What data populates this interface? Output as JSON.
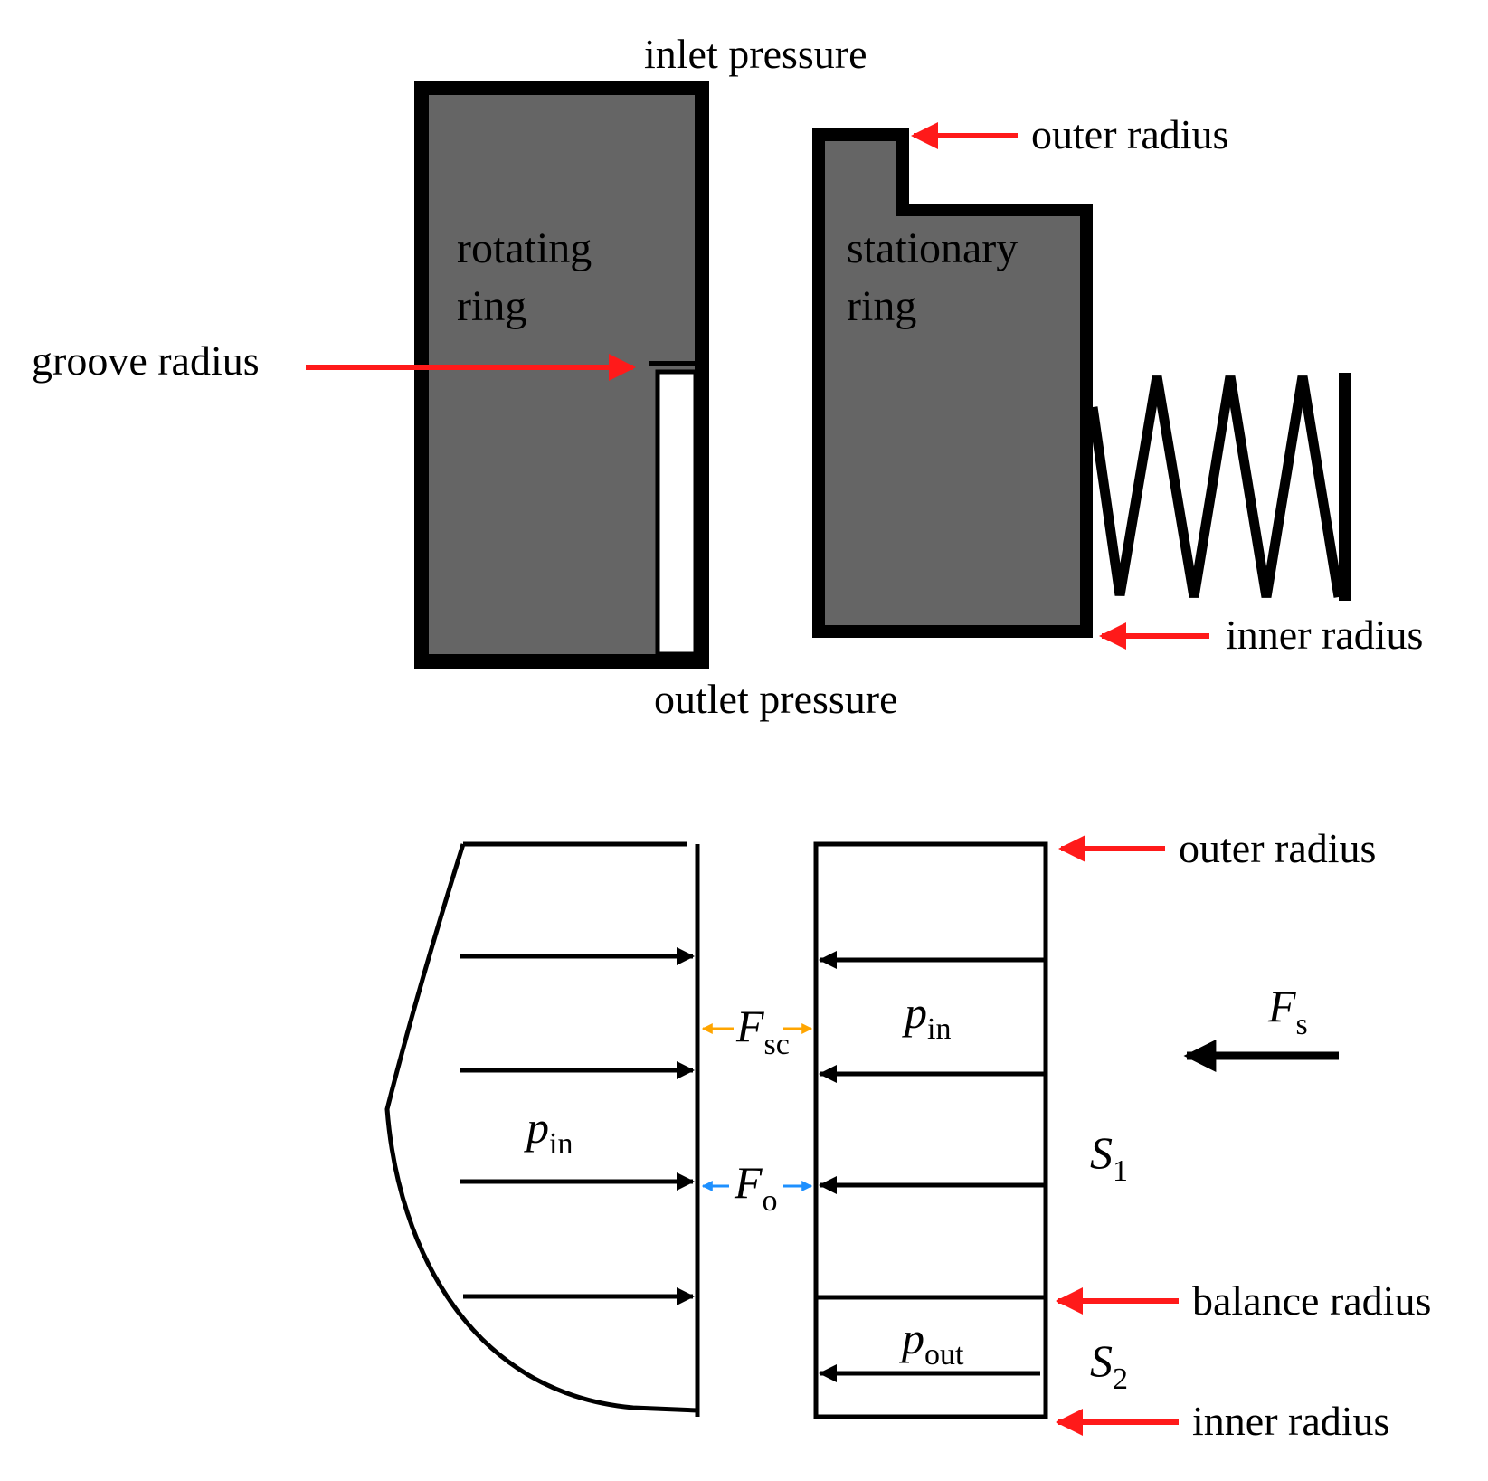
{
  "top": {
    "inlet_pressure": "inlet pressure",
    "outlet_pressure": "outlet pressure",
    "outer_radius": "outer radius",
    "inner_radius": "inner radius",
    "groove_radius": "groove radius",
    "rotating_ring": [
      "rotating",
      "ring"
    ],
    "stationary_ring": [
      "stationary",
      "ring"
    ]
  },
  "bottom": {
    "outer_radius": "outer radius",
    "balance_radius": "balance radius",
    "inner_radius": "inner radius",
    "p_in_left": {
      "base": "p",
      "sub": "in"
    },
    "p_in_right": {
      "base": "p",
      "sub": "in"
    },
    "p_out": {
      "base": "p",
      "sub": "out"
    },
    "F_sc": {
      "base": "F",
      "sub": "sc"
    },
    "F_o": {
      "base": "F",
      "sub": "o"
    },
    "F_s": {
      "base": "F",
      "sub": "s"
    },
    "S_1": {
      "base": "S",
      "sub": "1"
    },
    "S_2": {
      "base": "S",
      "sub": "2"
    }
  },
  "colors": {
    "ring_fill": "#656565",
    "outline": "#000000",
    "red_arrow": "#ff1a1a",
    "F_sc_arrow": "#ffa500",
    "F_o_arrow": "#1e90ff"
  }
}
